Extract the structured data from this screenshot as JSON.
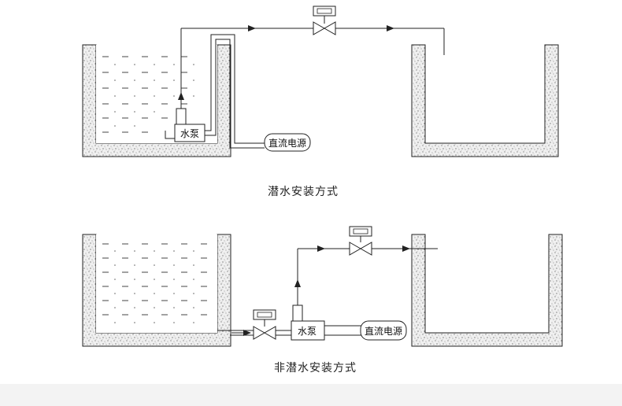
{
  "diagram_top": {
    "caption": "潜水安装方式",
    "pump_label": "水泵",
    "power_label": "直流电源"
  },
  "diagram_bottom": {
    "caption": "非潜水安装方式",
    "pump_label": "水泵",
    "power_label": "直流电源"
  },
  "colors": {
    "line": "#222222",
    "wall_fill": "#e8e8e8",
    "water_dash": "#444444",
    "footer": "#f3f3f3"
  }
}
